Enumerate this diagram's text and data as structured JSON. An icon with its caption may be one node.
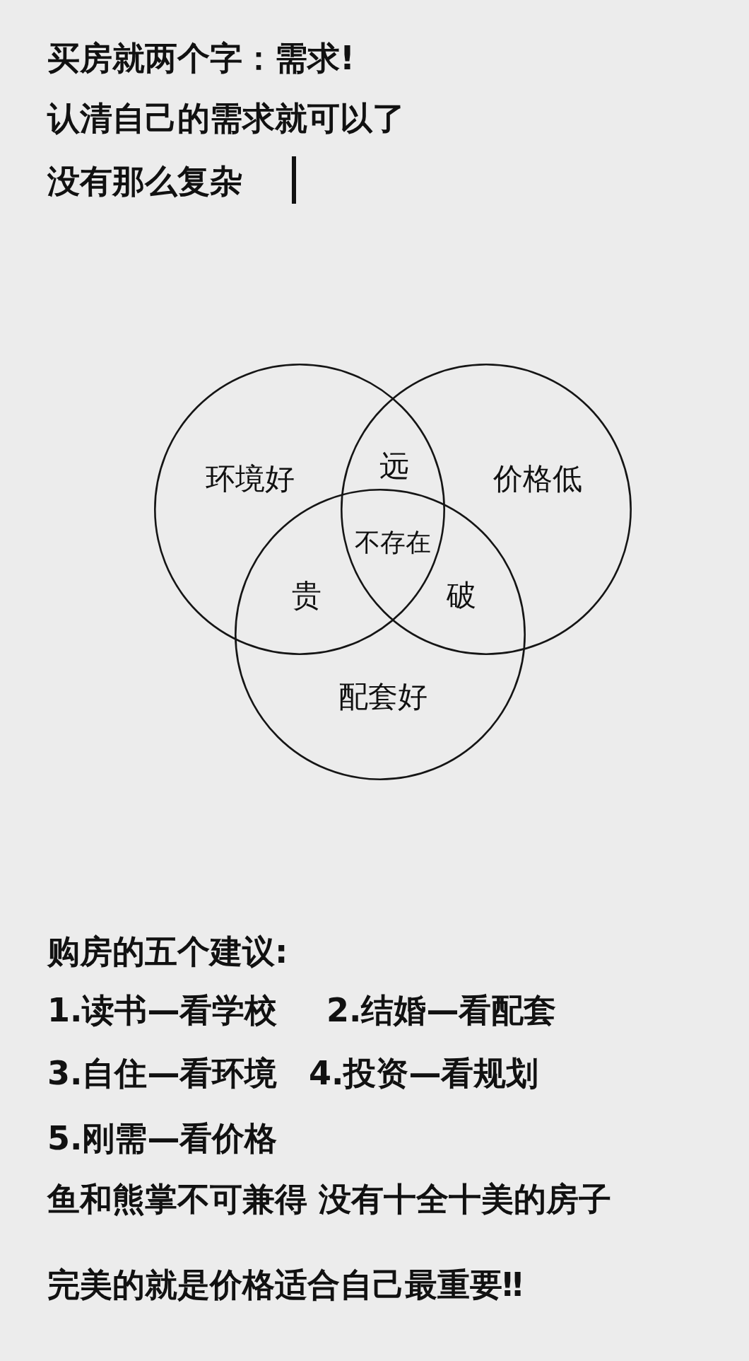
{
  "diagram": {
    "title": "买房就两个字：需求!",
    "nodes": [
      {
        "text": [
          "环境好"
        ]
      },
      {
        "text": [
          "价格低"
        ]
      },
      {
        "text": [
          "配套好"
        ]
      }
    ],
    "labels": [
      "认清自己的需求就可以了",
      "没有那么复杂",
      "远",
      "不存在",
      "贵",
      "破",
      "购房的五个建议:",
      "1.读书—看学校",
      "2.结婚—看配套",
      "3.自住—看环境",
      "4.投资—看规划",
      "5.刚需—看价格",
      "鱼和熊掌不可兼得 没有十全十美的房子",
      "完美的就是价格适合自己最重要‼"
    ]
  }
}
